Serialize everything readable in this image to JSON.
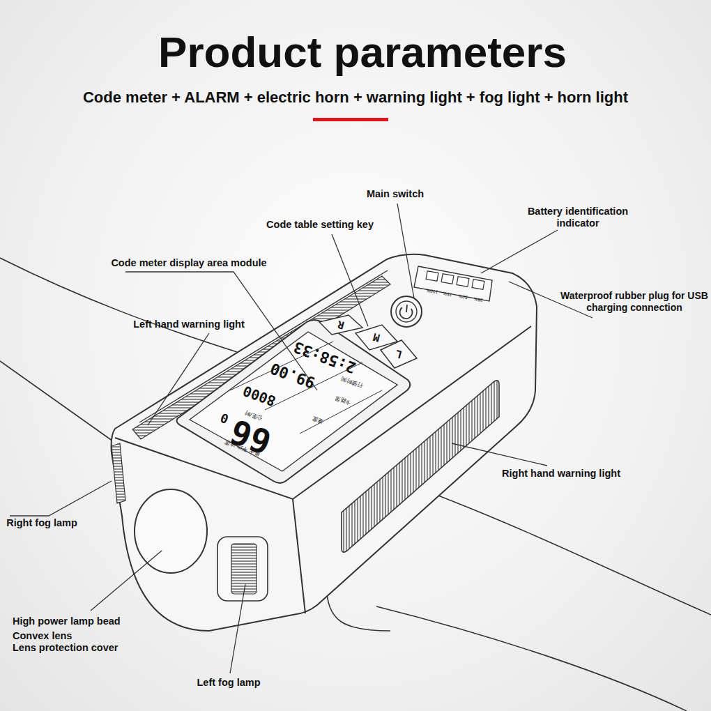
{
  "diagram": {
    "title": "Product parameters",
    "labels": [
      "Code meter + ALARM + electric horn + warning light + fog light + horn light",
      "Main switch",
      "Battery identification indicator",
      "Code table setting key",
      "Waterproof rubber plug for USB charging connection",
      "Code meter display area module",
      "Left hand warning light",
      "R",
      "M",
      "L",
      "100%",
      "75%",
      "50%",
      "25%",
      "2:58:33",
      "行驶时间",
      "99.00",
      "卡路里",
      "8000",
      "公里/时",
      "速度",
      "66",
      "0",
      "最大 平均 速度",
      "Right hand warning light",
      "Right fog lamp",
      "High power lamp bead",
      "Convex lens",
      "Lens protection cover",
      "Left fog lamp"
    ]
  }
}
